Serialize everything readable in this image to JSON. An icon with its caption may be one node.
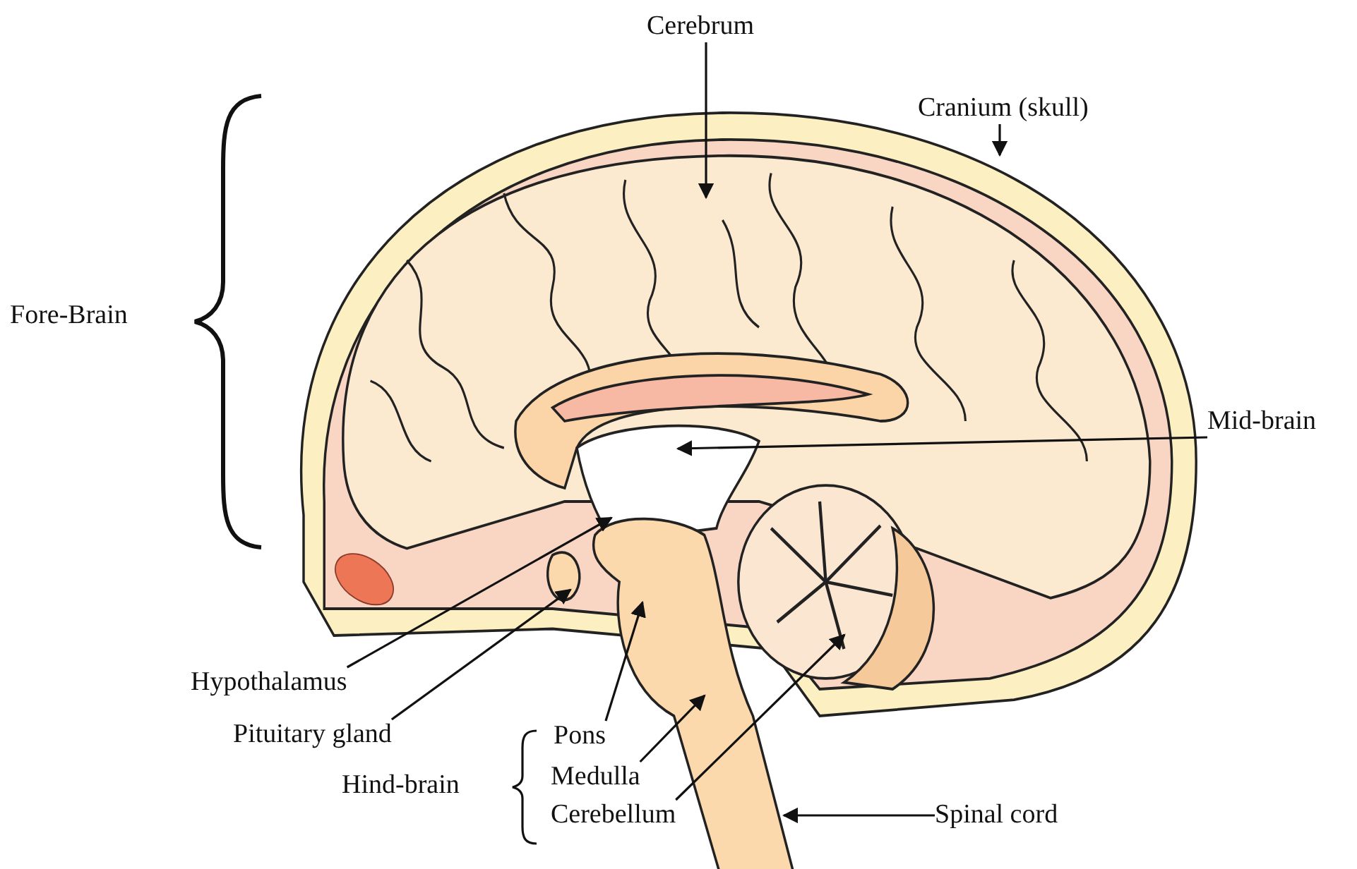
{
  "diagram": {
    "nodes": [
      {
        "text": [
          "Cerebrum"
        ]
      },
      {
        "text": [
          "Cranium (skull)"
        ]
      },
      {
        "text": [
          "Mid-brain"
        ]
      },
      {
        "text": [
          "Hypothalamus"
        ]
      },
      {
        "text": [
          "Pituitary gland"
        ]
      },
      {
        "text": [
          "Pons"
        ]
      },
      {
        "text": [
          "Medulla"
        ]
      },
      {
        "text": [
          "Cerebellum"
        ]
      },
      {
        "text": [
          "Spinal cord"
        ]
      }
    ],
    "edges": [
      {
        "from": 0,
        "to": null,
        "arrow": "to"
      },
      {
        "from": 1,
        "to": null,
        "arrow": "to"
      },
      {
        "from": 2,
        "to": null,
        "arrow": "to"
      },
      {
        "from": 3,
        "to": null,
        "arrow": "to"
      },
      {
        "from": 4,
        "to": null,
        "arrow": "to"
      },
      {
        "from": 5,
        "to": null,
        "arrow": "to"
      },
      {
        "from": 6,
        "to": null,
        "arrow": "to"
      },
      {
        "from": 7,
        "to": null,
        "arrow": "to"
      },
      {
        "from": 8,
        "to": null,
        "arrow": "to"
      }
    ],
    "labels": [
      "Fore-Brain",
      "Hind-brain"
    ]
  }
}
